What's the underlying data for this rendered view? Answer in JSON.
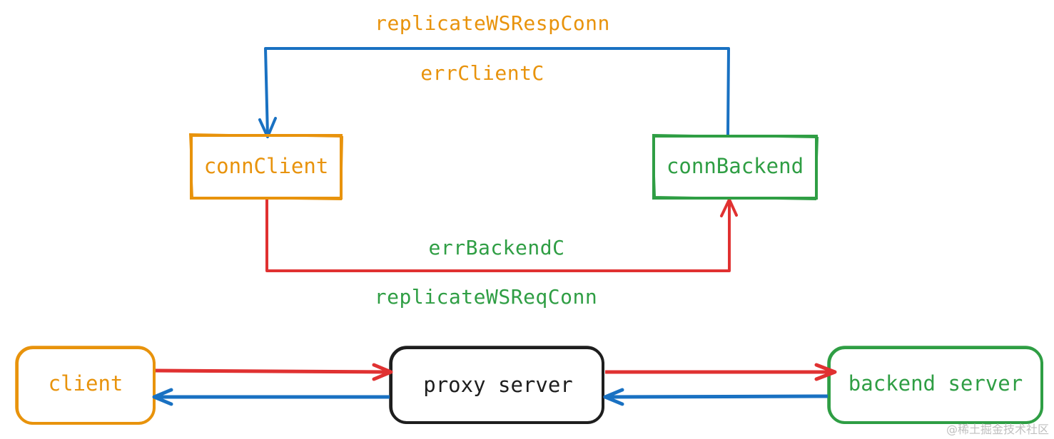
{
  "colors": {
    "orange": "#e8930c",
    "green": "#2f9e44",
    "blue": "#1971c2",
    "red": "#e03131",
    "black": "#1e1e1e",
    "watermark": "#bfbfbf"
  },
  "nodes": {
    "conn_client": "connClient",
    "conn_backend": "connBackend",
    "client": "client",
    "proxy_server": "proxy server",
    "backend_server": "backend server"
  },
  "edge_labels": {
    "top_above": "replicateWSRespConn",
    "top_below": "errClientC",
    "bottom_above": "errBackendC",
    "bottom_below": "replicateWSReqConn"
  },
  "watermark": "@稀土掘金技术社区"
}
